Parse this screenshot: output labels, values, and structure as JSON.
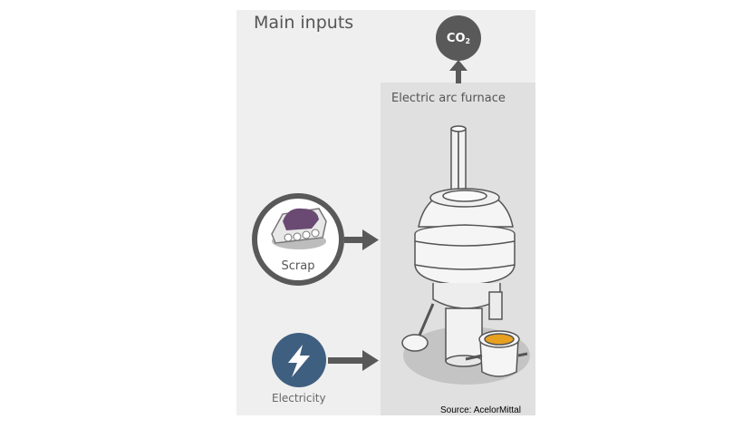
{
  "title": "Main inputs",
  "furnace_label": "Electric arc furnace",
  "output": {
    "main": "CO",
    "subscript": "2"
  },
  "inputs": [
    {
      "label": "Scrap",
      "icon": "scrap-icon"
    },
    {
      "label": "Electricity",
      "icon": "lightning-icon"
    }
  ],
  "source": "Source: AcelorMittal",
  "colors": {
    "panel_light": "#efefef",
    "panel_dark": "#e0e0e0",
    "arrow": "#595959",
    "electricity": "#3f5f80",
    "scrap_purple": "#6a4a72",
    "molten": "#e8a020"
  }
}
